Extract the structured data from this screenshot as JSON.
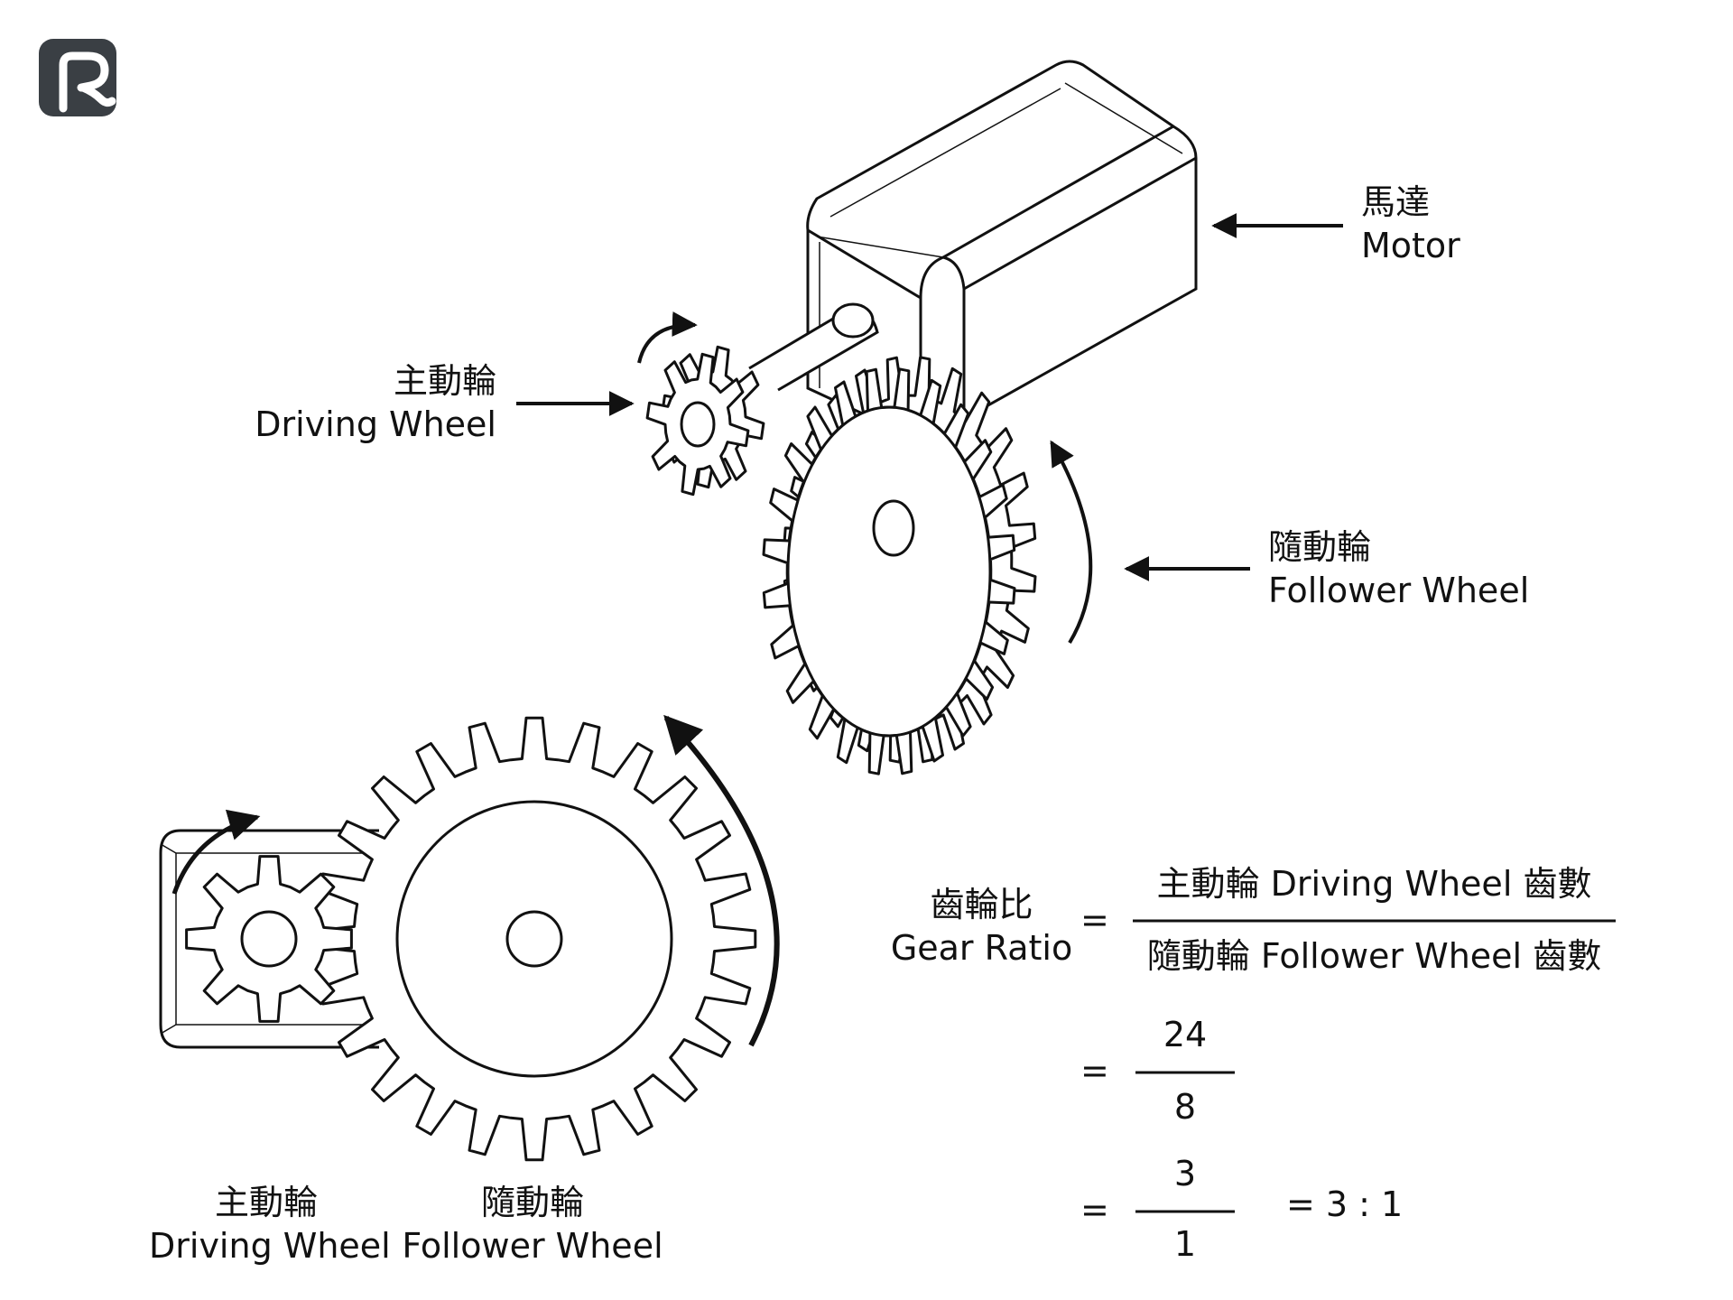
{
  "colors": {
    "ink": "#111111",
    "logo": "#3a3f44",
    "background": "#ffffff"
  },
  "logo": {
    "icon": "brand-logo-icon"
  },
  "motor": {
    "zh": "馬達",
    "en": "Motor"
  },
  "driving": {
    "zh": "主動輪",
    "en": "Driving Wheel",
    "teeth": 8
  },
  "follower": {
    "zh": "隨動輪",
    "en": "Follower Wheel",
    "teeth": 24
  },
  "formula": {
    "left_zh": "齒輪比",
    "left_en": "Gear Ratio",
    "equals": "=",
    "numerator": "主動輪 Driving Wheel 齒數",
    "denominator": "隨動輪 Follower Wheel 齒數",
    "step1_num": "24",
    "step1_den": "8",
    "step2_num": "3",
    "step2_den": "1",
    "result": "= 3 : 1"
  }
}
